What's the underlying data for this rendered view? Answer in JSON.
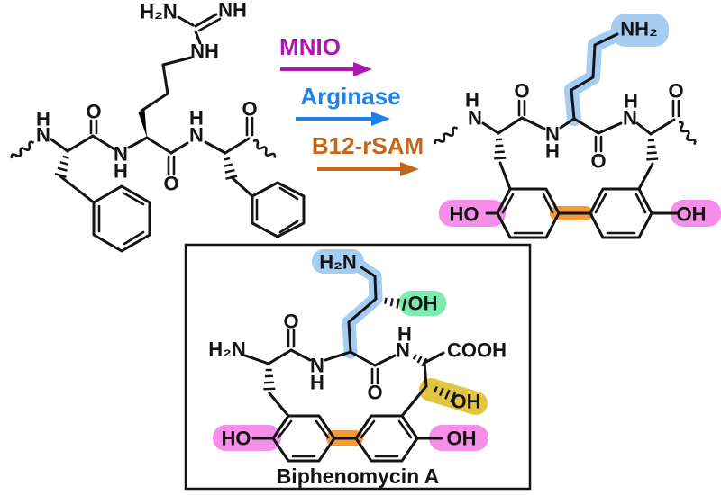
{
  "reaction": {
    "arrows": [
      {
        "label": "MNIO",
        "color": "#ab17b0"
      },
      {
        "label": "Arginase",
        "color": "#1f82e8"
      },
      {
        "label": "B12-rSAM",
        "color": "#c2661c"
      }
    ]
  },
  "atoms": {
    "h2n": "H₂N",
    "nh2": "NH₂",
    "nh": "NH",
    "n": "N",
    "h": "H",
    "o": "O",
    "ho": "HO",
    "oh": "OH",
    "cooh": "COOH"
  },
  "box": {
    "caption": "Biphenomycin A"
  },
  "colors": {
    "bond": "#141414",
    "highlight_blue": "#a5cdf2",
    "highlight_pink": "#f58fe9",
    "highlight_orange": "#f09b3e",
    "highlight_green": "#7eeab4",
    "highlight_yellow": "#e2c643"
  }
}
